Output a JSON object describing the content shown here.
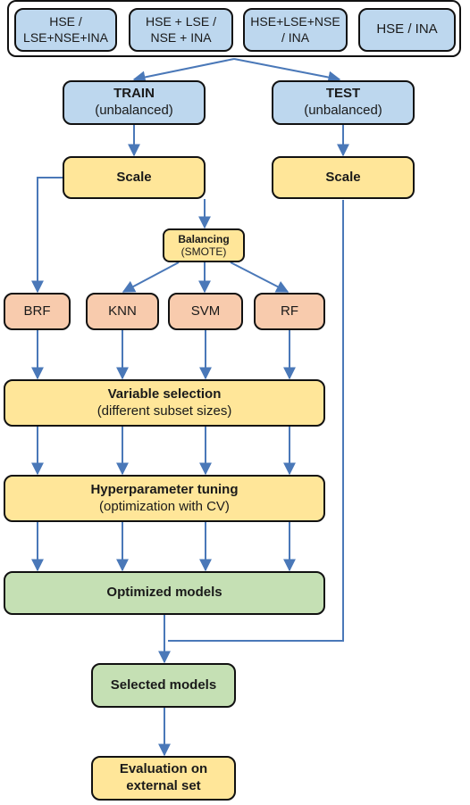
{
  "datasets": [
    {
      "line1": "HSE /",
      "line2": "LSE+NSE+INA"
    },
    {
      "line1": "HSE + LSE /",
      "line2": "NSE + INA"
    },
    {
      "line1": "HSE+LSE+NSE",
      "line2": "/ INA"
    },
    {
      "line1": "HSE / INA",
      "line2": ""
    }
  ],
  "train": {
    "title": "TRAIN",
    "subtitle": "(unbalanced)"
  },
  "test": {
    "title": "TEST",
    "subtitle": "(unbalanced)"
  },
  "scale_train": {
    "label": "Scale"
  },
  "scale_test": {
    "label": "Scale"
  },
  "balancing": {
    "title": "Balancing",
    "subtitle": "(SMOTE)"
  },
  "models": [
    "BRF",
    "KNN",
    "SVM",
    "RF"
  ],
  "variable_selection": {
    "title": "Variable selection",
    "subtitle": "(different subset sizes)"
  },
  "hyperparameter_tuning": {
    "title": "Hyperparameter tuning",
    "subtitle": "(optimization with CV)"
  },
  "optimized_models": {
    "label": "Optimized models"
  },
  "selected_models": {
    "label": "Selected models"
  },
  "evaluation": {
    "line1": "Evaluation on",
    "line2": "external set"
  },
  "colors": {
    "blue_box": "#bdd7ee",
    "yellow_box": "#ffe699",
    "orange_box": "#f8cbad",
    "green_box": "#c5e0b4",
    "arrow": "#4a78b8"
  }
}
